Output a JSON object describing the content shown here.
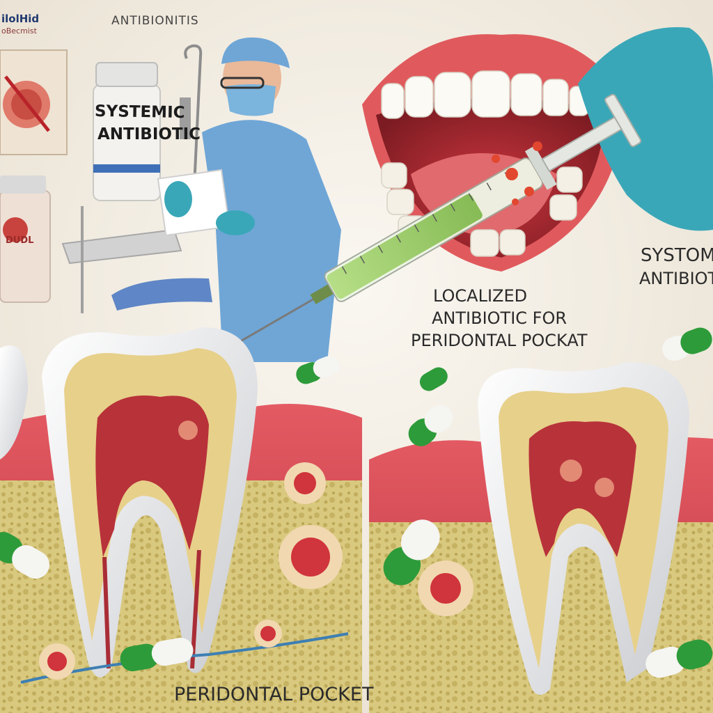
{
  "texts": {
    "corner_line1": "ilolHid",
    "corner_line2": "oBecmist",
    "top_heading": "ANTIBIONITIS",
    "bottle_label_line1": "SYSTEMIC",
    "bottle_label_line2": "ANTIBIOTIC",
    "jar_label": "DUDL",
    "localized_line1": "LOCALIZED",
    "localized_line2": "ANTIBIOTIC FOR",
    "localized_line3": "PERIDONTAL POCKAT",
    "systemic_line1": "SYSTOMI",
    "systemic_line2": "ANTIBIOTI",
    "bottom_caption": "PERIDONTAL POCKET"
  },
  "colors": {
    "background": "#f3ede3",
    "gum": "#d8464f",
    "bone": "#d7c77e",
    "enamel": "#eeeef0",
    "dentin": "#e7d08a",
    "pulp": "#b8323a",
    "scrubs": "#6fa6d6",
    "glove": "#3aa7b8",
    "capsule_green": "#2e9b3a",
    "capsule_white": "#f5f5f2",
    "liquid": "#9ccc6a",
    "bacteria": "#d0343c"
  },
  "icons": {
    "capsule": "capsule-icon",
    "bacteria": "bacteria-icon"
  }
}
